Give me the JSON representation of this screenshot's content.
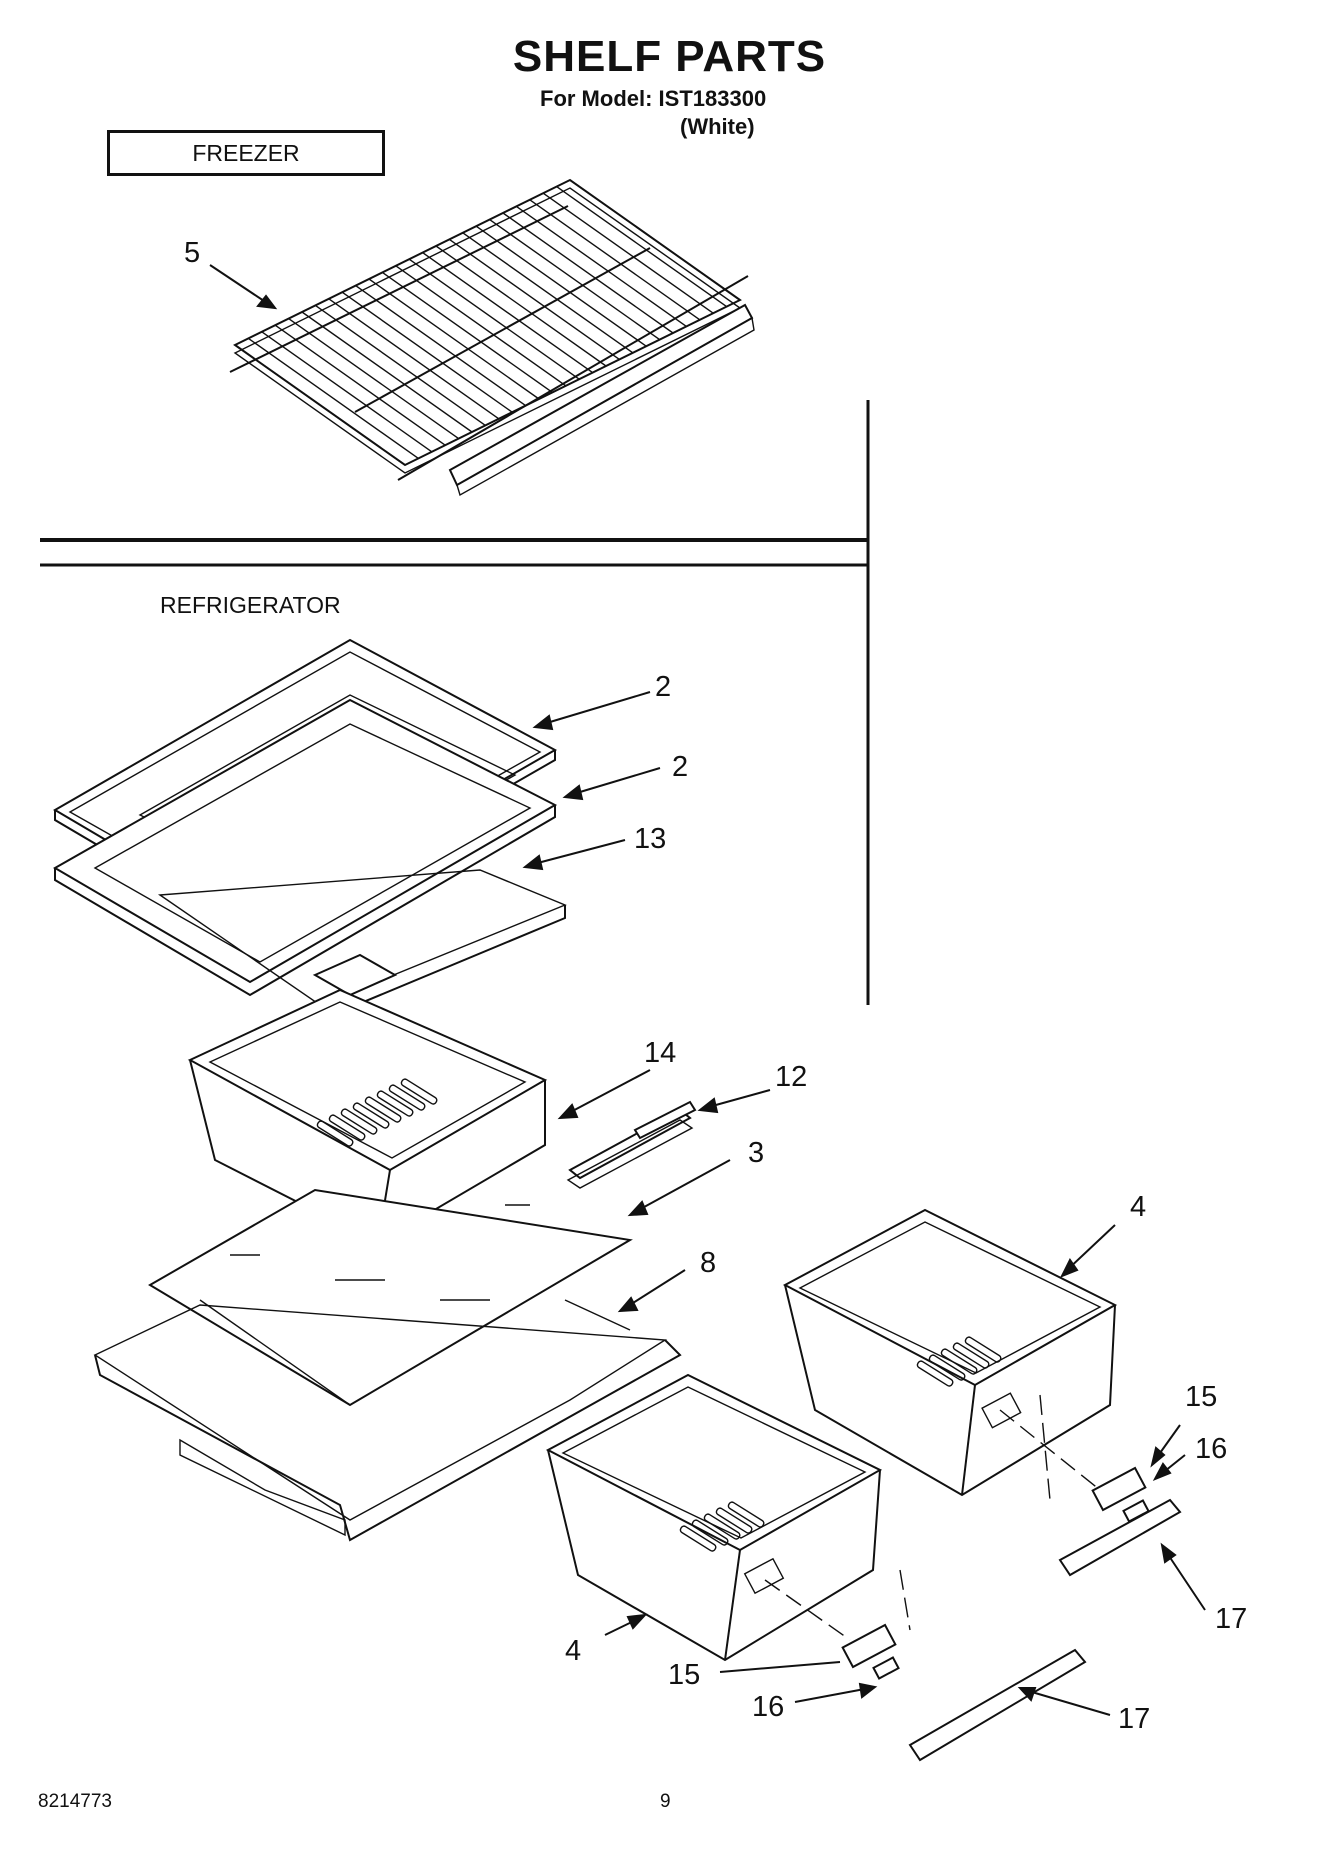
{
  "header": {
    "title": "SHELF PARTS",
    "model_line": "For Model: IST183300",
    "variant_line": "(White)"
  },
  "sections": {
    "freezer": "FREEZER",
    "refrigerator": "REFRIGERATOR"
  },
  "callouts": {
    "c5": "5",
    "c2a": "2",
    "c2b": "2",
    "c13": "13",
    "c14": "14",
    "c12": "12",
    "c3": "3",
    "c8": "8",
    "c4a": "4",
    "c4b": "4",
    "c15a": "15",
    "c16a": "16",
    "c17a": "17",
    "c15b": "15",
    "c16b": "16",
    "c17b": "17"
  },
  "footer": {
    "doc_number": "8214773",
    "page_number": "9"
  }
}
